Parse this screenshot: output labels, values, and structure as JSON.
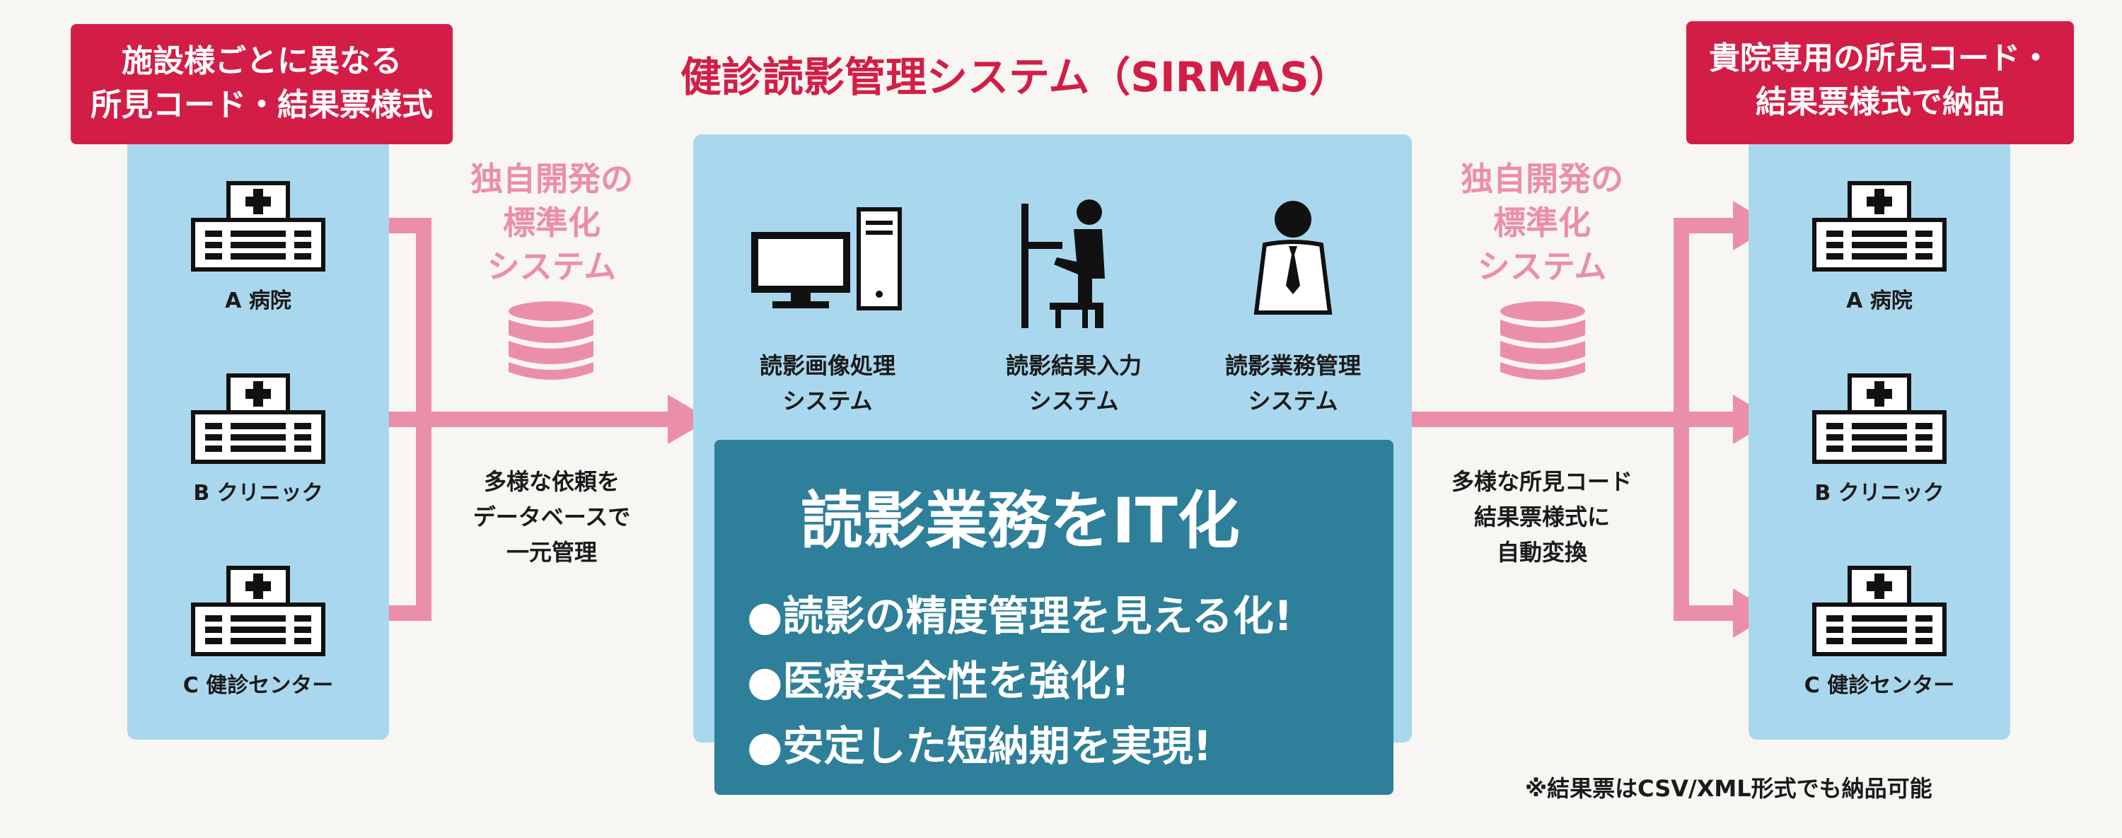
{
  "system_title": "健診読影管理システム（SIRMAS）",
  "left": {
    "label_lines": [
      "施設様ごとに異なる",
      "所見コード・結果票様式"
    ],
    "facilities": [
      "A 病院",
      "B クリニック",
      "C 健診センター"
    ]
  },
  "right": {
    "label_lines": [
      "貴院専用の所見コード・",
      "結果票様式で納品"
    ],
    "facilities": [
      "A 病院",
      "B クリニック",
      "C 健診センター"
    ]
  },
  "left_middle": {
    "system_lines": [
      "独自開発の",
      "標準化",
      "システム"
    ],
    "desc_lines": [
      "多様な依頼を",
      "データベースで",
      "一元管理"
    ]
  },
  "right_middle": {
    "system_lines": [
      "独自開発の",
      "標準化",
      "システム"
    ],
    "desc_lines": [
      "多様な所見コード",
      "結果票様式に",
      "自動変換"
    ]
  },
  "steps": [
    {
      "icon": "computer-icon",
      "lines": [
        "読影画像処理",
        "システム"
      ]
    },
    {
      "icon": "reader-at-desk-icon",
      "lines": [
        "読影結果入力",
        "システム"
      ]
    },
    {
      "icon": "manager-icon",
      "lines": [
        "読影業務管理",
        "システム"
      ]
    }
  ],
  "feature_box": {
    "title": "読影業務をIT化",
    "bullets": [
      "●読影の精度管理を見える化!",
      "●医療安全性を強化!",
      "●安定した短納期を実現!"
    ]
  },
  "footnote": "※結果票はCSV/XML形式でも納品可能",
  "colors": {
    "red": "#d21e46",
    "pink": "#eb8fa9",
    "light_blue": "#a9d8ee",
    "teal": "#2e7f9a",
    "background": "#f8f6f3"
  }
}
